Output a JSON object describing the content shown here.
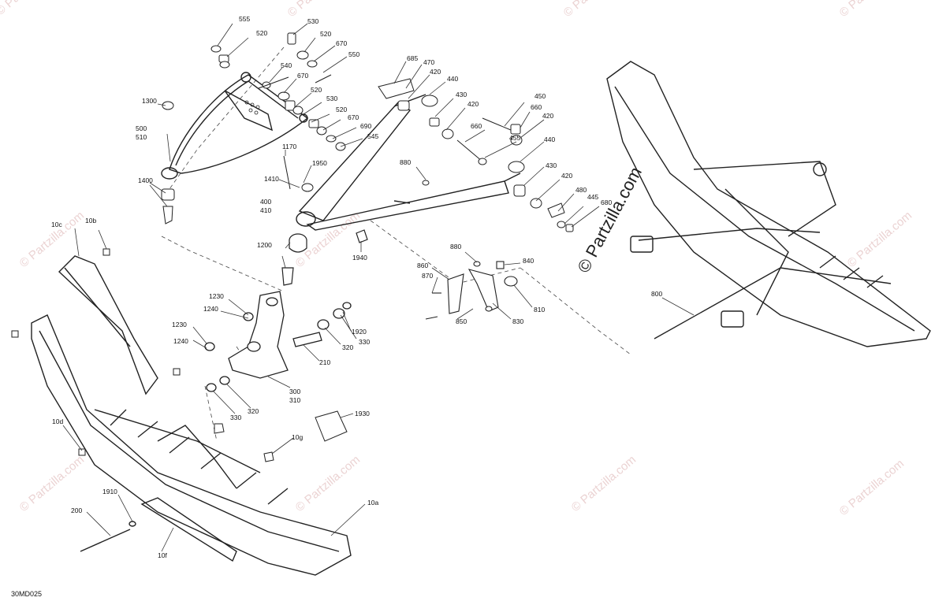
{
  "diagram": {
    "code": "30MD025",
    "watermark": "© Partzilla.com",
    "watermark_large": "© Partzilla.com",
    "labels": {
      "l555": "555",
      "l520a": "520",
      "l530a": "530",
      "l520b": "520",
      "l670a": "670",
      "l550": "550",
      "l540": "540",
      "l670b": "670",
      "l520c": "520",
      "l530b": "530",
      "l520d": "520",
      "l670c": "670",
      "l690": "690",
      "l545": "545",
      "l1300": "1300",
      "l500": "500",
      "l510": "510",
      "l1400": "1400",
      "l685": "685",
      "l470": "470",
      "l420a": "420",
      "l440a": "440",
      "l430a": "430",
      "l420b": "420",
      "l450": "450",
      "l660a": "660",
      "l420c": "420",
      "l660b": "660",
      "l455": "455",
      "l440b": "440",
      "l430b": "430",
      "l420d": "420",
      "l480": "480",
      "l445": "445",
      "l680": "680",
      "l1170": "1170",
      "l1950": "1950",
      "l1410": "1410",
      "l880a": "880",
      "l400": "400",
      "l410": "410",
      "l1200": "1200",
      "l1940": "1940",
      "l880b": "880",
      "l840": "840",
      "l860": "860",
      "l870": "870",
      "l810": "810",
      "l850": "850",
      "l830": "830",
      "l800": "800",
      "l10c": "10c",
      "l10b": "10b",
      "l1230a": "1230",
      "l1240a": "1240",
      "l1920": "1920",
      "l1230b": "1230",
      "l1240b": "1240",
      "l330a": "330",
      "l320a": "320",
      "l210": "210",
      "l300": "300",
      "l310": "310",
      "l330b": "330",
      "l320b": "320",
      "l1930": "1930",
      "l10d": "10d",
      "l10g": "10g",
      "l1910": "1910",
      "l200": "200",
      "l10f": "10f",
      "l10a": "10a"
    }
  }
}
